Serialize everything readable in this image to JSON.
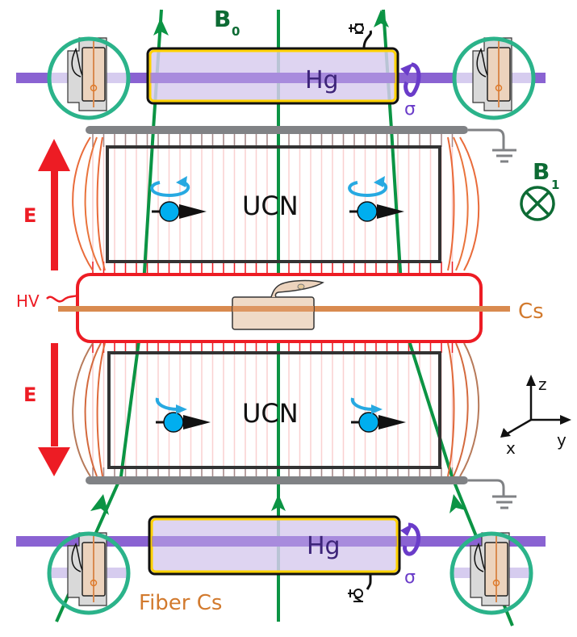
{
  "labels": {
    "b0": "B",
    "b0_sub": "0",
    "b1": "B",
    "b1_sub": "1",
    "hg_top": "Hg",
    "hg_bottom": "Hg",
    "sigma_top": "σ",
    "sigma_bottom": "σ",
    "ucn_top": "UCN",
    "ucn_bottom": "UCN",
    "e_top": "E",
    "e_bottom": "E",
    "hv": "HV",
    "cs": "Cs",
    "fiber_cs": "Fiber Cs",
    "axis_x": "x",
    "axis_y": "y",
    "axis_z": "z"
  },
  "colors": {
    "field_green": "#0b9444",
    "b_label_green": "#0d6b34",
    "hg_beam": "#8a63d2",
    "hg_beam_light": "#d6ccef",
    "hg_cell_fill": "#d8cdef",
    "hg_cell_border": "#ffd200",
    "hg_text": "#3d2479",
    "sigma": "#6a3cc9",
    "efield_red": "#ed1c24",
    "electrode_gray": "#808285",
    "cs_orange": "#d98a4f",
    "cs_text": "#d27a2e",
    "cs_cell_fill": "#ecd3bd",
    "neutron_blue": "#00aeef",
    "spin_arrow_blue": "#27a9e1",
    "magnetometer_ring": "#2bb38a"
  },
  "icons": {
    "magnetometers": [
      "fiber-cs-magnetometer-top-left",
      "fiber-cs-magnetometer-top-right",
      "fiber-cs-magnetometer-bottom-left",
      "fiber-cs-magnetometer-bottom-right"
    ],
    "neutrons": [
      "neutron-spin-top-left",
      "neutron-spin-top-right",
      "neutron-spin-bottom-left",
      "neutron-spin-bottom-right"
    ],
    "ground_symbols": [
      "ground-top",
      "ground-bottom"
    ],
    "pumps": [
      "hg-valve-top",
      "hg-valve-bottom"
    ],
    "b1_symbol": "into-page-cross-circle"
  }
}
